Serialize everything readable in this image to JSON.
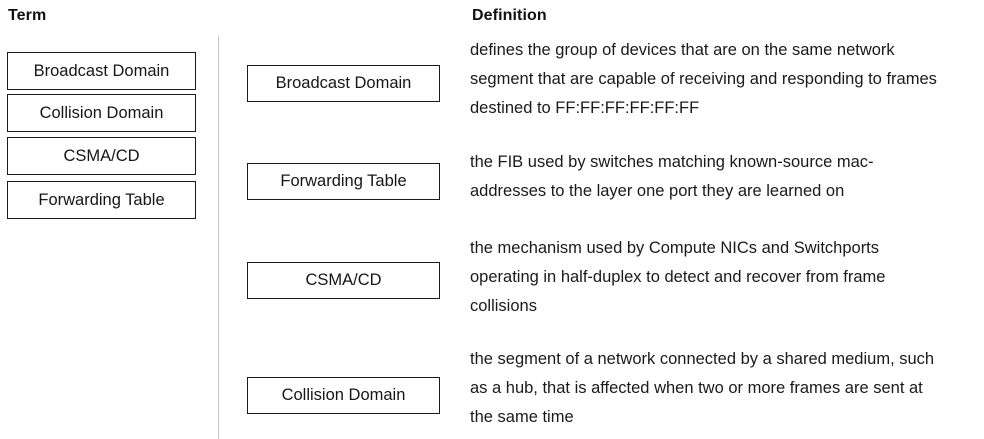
{
  "headers": {
    "term": "Term",
    "definition": "Definition"
  },
  "term_bank": [
    {
      "label": "Broadcast Domain"
    },
    {
      "label": "Collision Domain"
    },
    {
      "label": "CSMA/CD"
    },
    {
      "label": "Forwarding Table"
    }
  ],
  "matches": [
    {
      "term": "Broadcast Domain",
      "definition": "defines the group of devices that are on the same network segment that are capable of receiving and responding to frames destined to FF:FF:FF:FF:FF:FF"
    },
    {
      "term": "Forwarding Table",
      "definition": "the FIB used by switches matching known-source mac-addresses to the layer one port they are learned on"
    },
    {
      "term": "CSMA/CD",
      "definition": "the mechanism used by Compute NICs and Switchports operating in half-duplex to detect  and recover from frame collisions"
    },
    {
      "term": "Collision Domain",
      "definition": "the segment of a network connected by a shared medium, such as a hub, that is affected when two or more frames are sent at the same time"
    }
  ],
  "colors": {
    "text": "#1a1a1a",
    "box_border": "#1b1b1b",
    "divider": "#c8c8c8",
    "background": "#ffffff"
  }
}
